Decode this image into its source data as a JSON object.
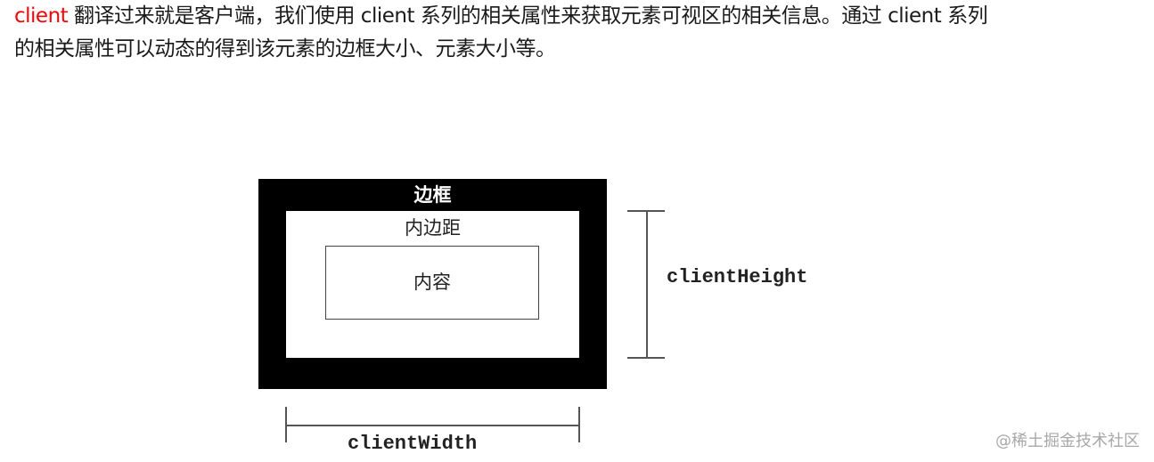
{
  "paragraph": {
    "highlight": "client",
    "line1_rest": " 翻译过来就是客户端，我们使用 client 系列的相关属性来获取元素可视区的相关信息。通过 client 系列",
    "line2": "的相关属性可以动态的得到该元素的边框大小、元素大小等。",
    "highlight_color": "#ff0000"
  },
  "diagram": {
    "border_label": "边框",
    "padding_label": "内边距",
    "content_label": "内容",
    "height_label": "clientHeight",
    "width_label": "clientWidth"
  },
  "watermark": "@稀土掘金技术社区"
}
